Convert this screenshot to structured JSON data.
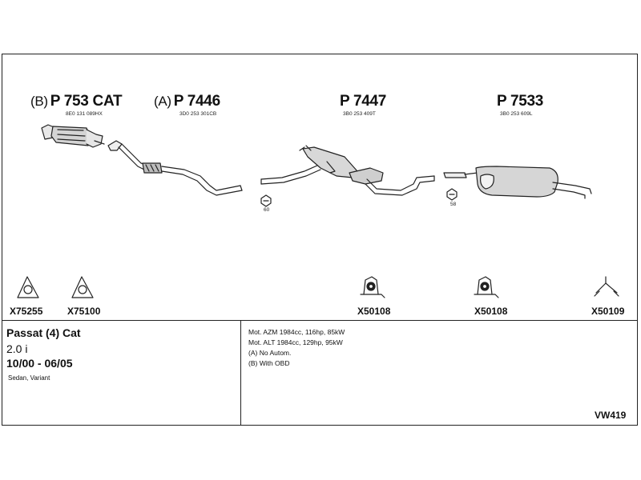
{
  "parts": [
    {
      "prefix": "(B)",
      "code": "P 753 CAT",
      "oem": "8E0 131 089HX"
    },
    {
      "prefix": "(A)",
      "code": "P 7446",
      "oem": "3D0 253 301CB"
    },
    {
      "prefix": "",
      "code": "P 7447",
      "oem": "3B0 253 409T"
    },
    {
      "prefix": "",
      "code": "P 7533",
      "oem": "3B0 253 609L"
    }
  ],
  "clamp_numbers": [
    "60",
    "58"
  ],
  "fittings": [
    "X75255",
    "X75100",
    "X50108",
    "X50108",
    "X50109"
  ],
  "vehicle": {
    "title": "Passat (4) Cat",
    "engine": "2.0 i",
    "years": "10/00 - 06/05",
    "body": "Sedan, Variant"
  },
  "notes": [
    "Mot. AZM 1984cc, 116hp, 85kW",
    "Mot. ALT 1984cc, 129hp, 95kW",
    "(A) No Autom.",
    "(B) With OBD"
  ],
  "diagram_id": "VW419"
}
